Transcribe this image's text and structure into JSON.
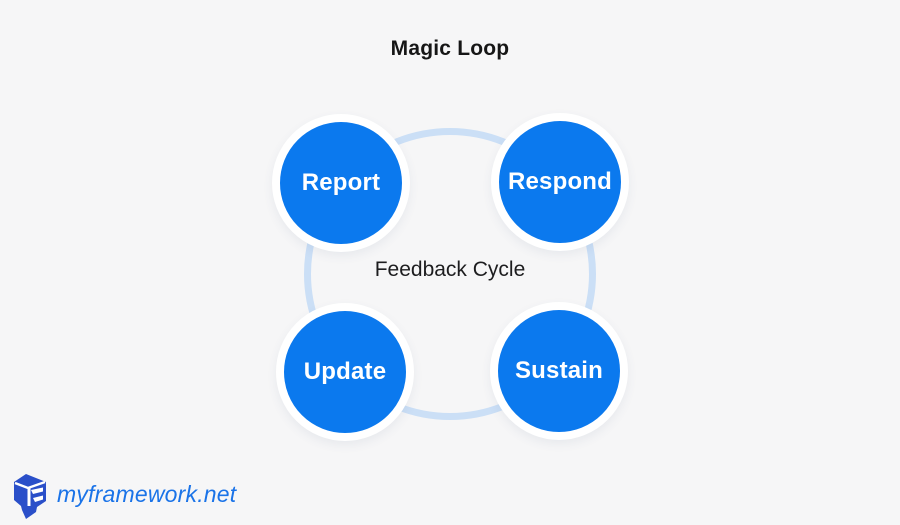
{
  "title": "Magic Loop",
  "diagram": {
    "center_label": "Feedback Cycle",
    "nodes": [
      {
        "label": "Report"
      },
      {
        "label": "Respond"
      },
      {
        "label": "Update"
      },
      {
        "label": "Sustain"
      }
    ]
  },
  "footer": {
    "brand_text": "myframework.net"
  },
  "icons": {
    "logo": "cube-logo-icon"
  },
  "colors": {
    "background": "#F6F6F7",
    "node_fill": "#0B79EE",
    "node_border": "#FFFFFF",
    "node_label": "#FFFFFF",
    "ring": "#CBDFF6",
    "title_text": "#161616",
    "center_text": "#1D1D1F",
    "brand_text": "#1A73E8",
    "logo_icon": "#2A4FC9"
  }
}
